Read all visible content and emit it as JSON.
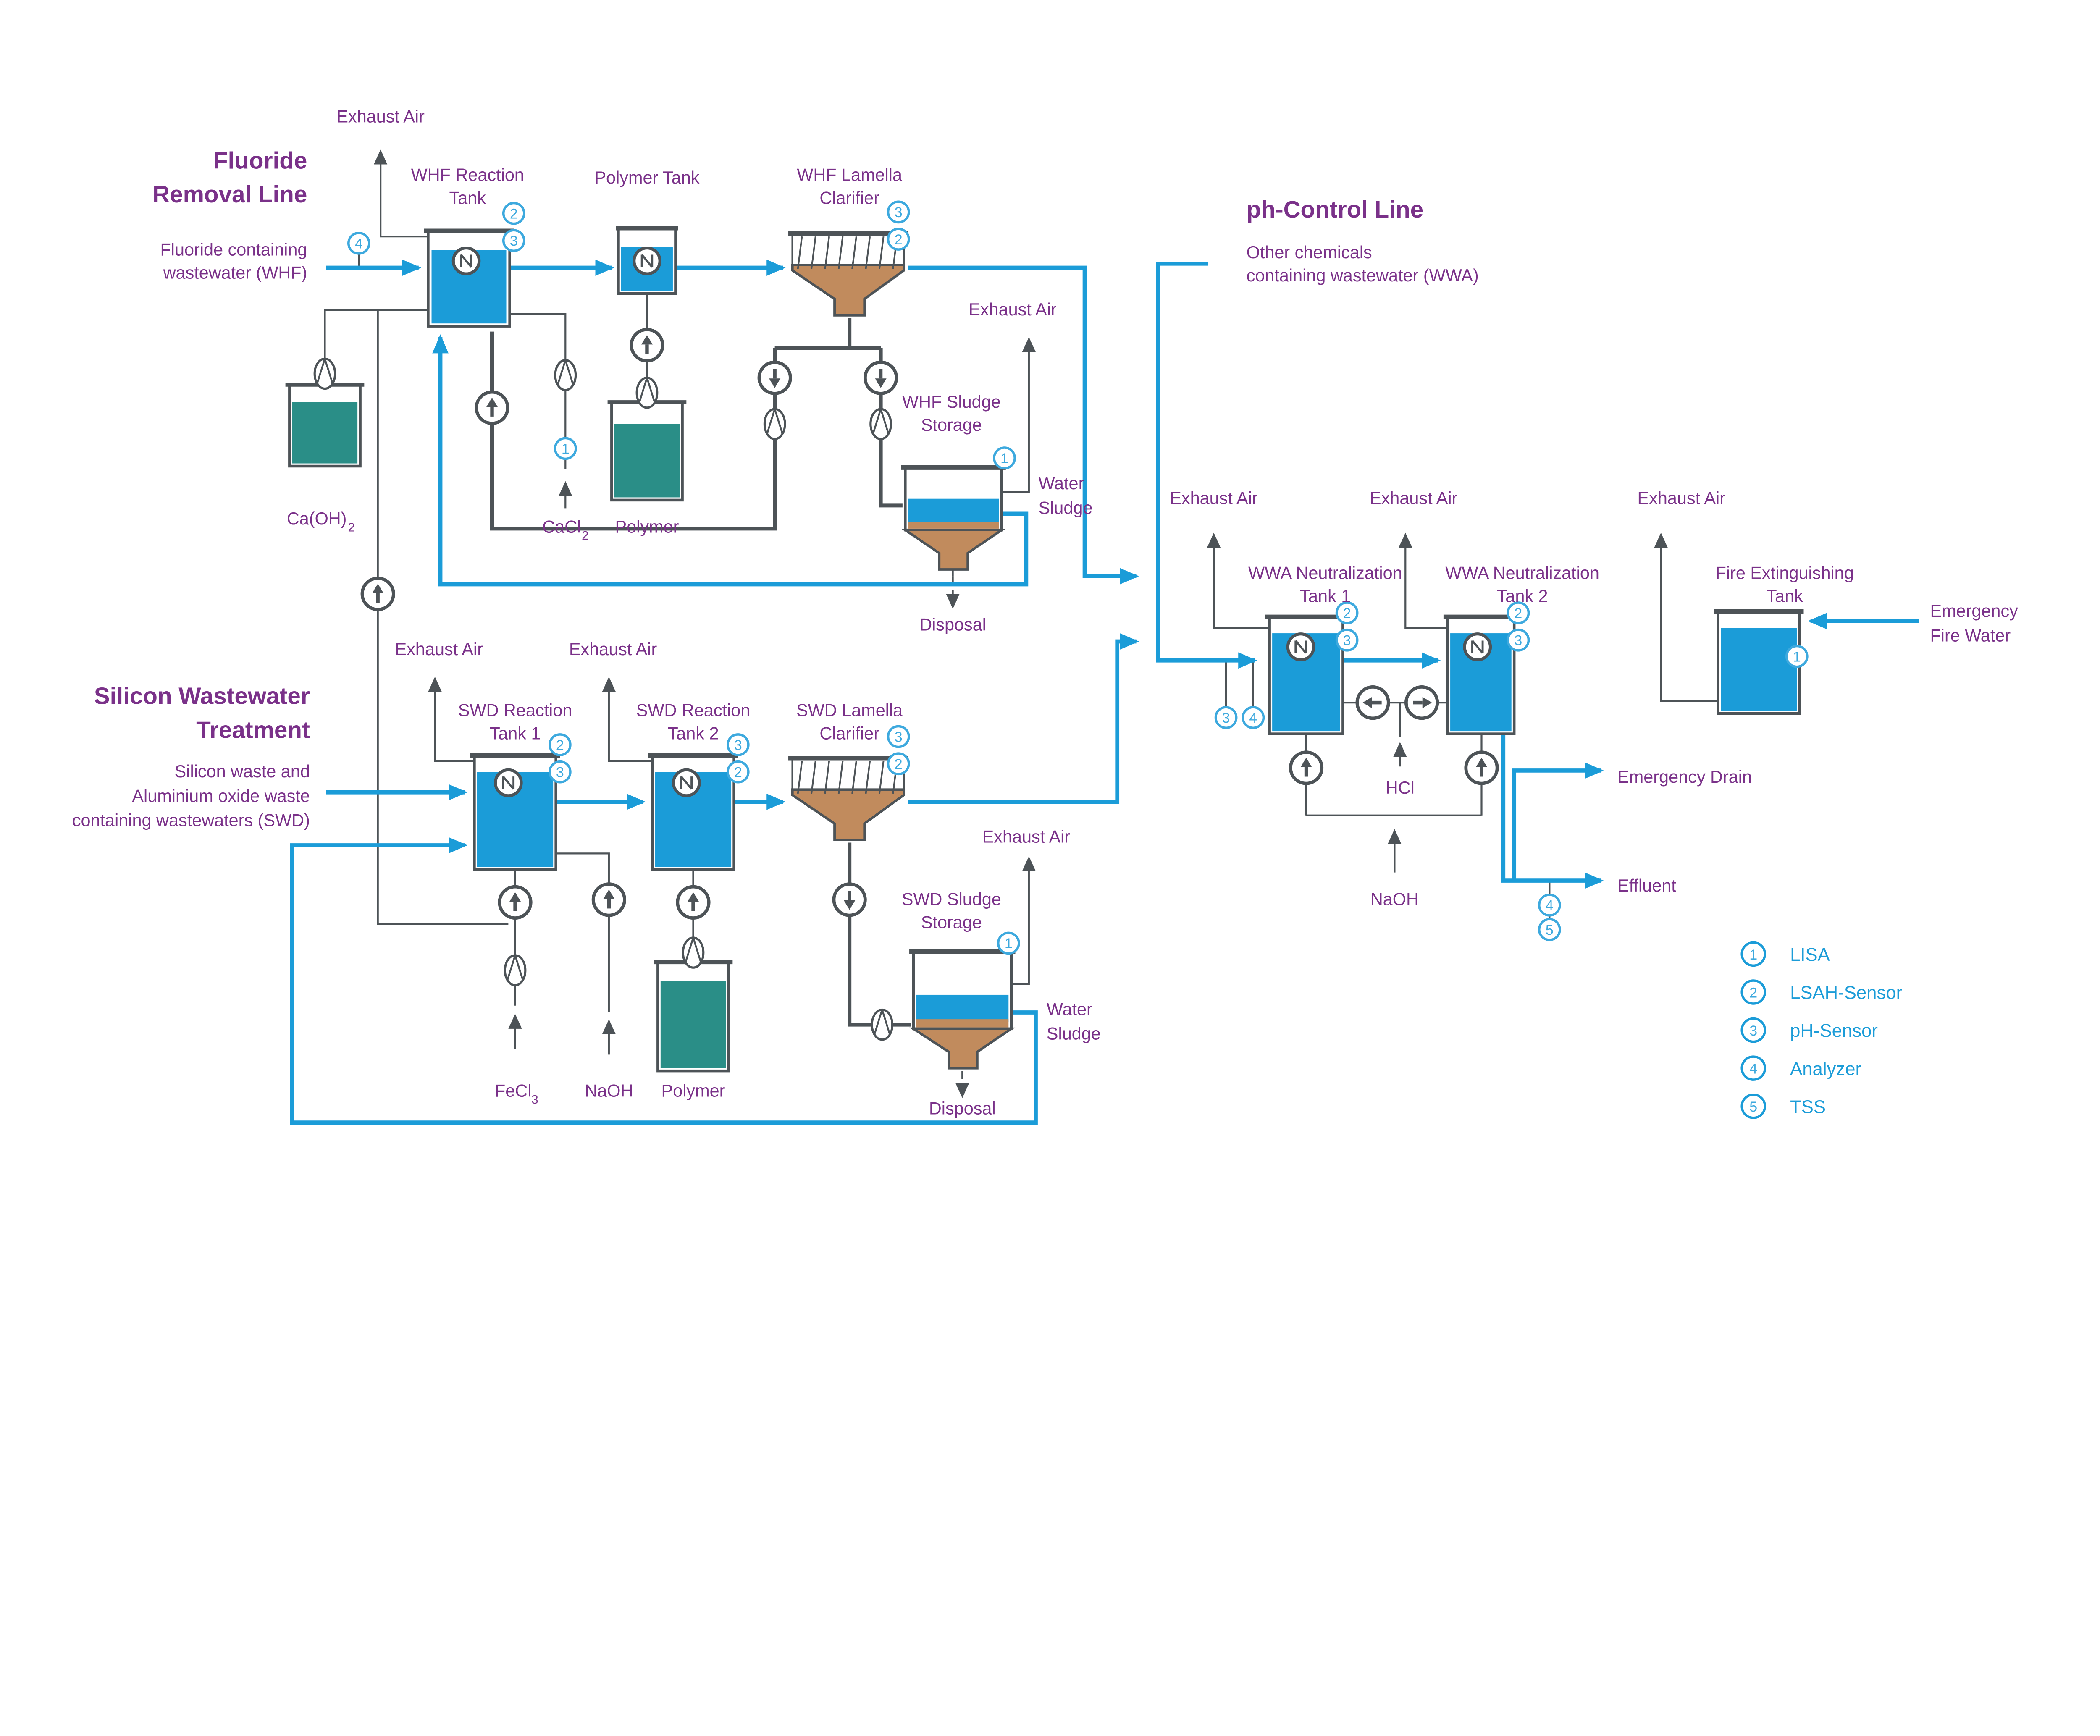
{
  "sensor": {
    "s1": "1",
    "s2": "2",
    "s3": "3",
    "s4": "4",
    "s5": "5"
  },
  "sections": {
    "fluoride": {
      "title": [
        "Fluoride",
        "Removal Line"
      ],
      "input": [
        "Fluoride containing",
        "wastewater (WHF)"
      ]
    },
    "silicon": {
      "title": [
        "Silicon Wastewater",
        "Treatment"
      ],
      "input": [
        "Silicon waste and",
        "Aluminium oxide waste",
        "containing wastewaters (SWD)"
      ]
    },
    "ph_control": {
      "title": "ph-Control Line",
      "input": [
        "Other chemicals",
        "containing wastewater (WWA)"
      ]
    }
  },
  "labels": {
    "exhaust_air": "Exhaust Air",
    "whf_reaction_tank": [
      "WHF Reaction",
      "Tank"
    ],
    "polymer_tank": "Polymer Tank",
    "whf_lamella": [
      "WHF Lamella",
      "Clarifier"
    ],
    "whf_sludge": [
      "WHF Sludge",
      "Storage"
    ],
    "swd_tank1": [
      "SWD Reaction",
      "Tank 1"
    ],
    "swd_tank2": [
      "SWD Reaction",
      "Tank 2"
    ],
    "swd_lamella": [
      "SWD Lamella",
      "Clarifier"
    ],
    "swd_sludge": [
      "SWD Sludge",
      "Storage"
    ],
    "wwa_tank1": [
      "WWA Neutralization",
      "Tank 1"
    ],
    "wwa_tank2": [
      "WWA Neutralization",
      "Tank 2"
    ],
    "fire_tank": [
      "Fire Extinguishing",
      "Tank"
    ],
    "water_sludge": [
      "Water",
      "Sludge"
    ],
    "disposal": "Disposal",
    "emergency_drain": "Emergency Drain",
    "effluent": "Effluent",
    "emergency_fire_water": [
      "Emergency",
      "Fire Water"
    ],
    "hcl": "HCl"
  },
  "chemicals": {
    "ca_oh2": {
      "base": "Ca(OH)",
      "sub": "2"
    },
    "cacl2": {
      "base": "CaCl",
      "sub": "2"
    },
    "fecl3": {
      "base": "FeCl",
      "sub": "3"
    },
    "naoh": "NaOH",
    "polymer": "Polymer"
  },
  "legend": {
    "items": [
      {
        "num": "1",
        "label": "LISA"
      },
      {
        "num": "2",
        "label": "LSAH-Sensor"
      },
      {
        "num": "3",
        "label": "pH-Sensor"
      },
      {
        "num": "4",
        "label": "Analyzer"
      },
      {
        "num": "5",
        "label": "TSS"
      }
    ]
  },
  "colors": {
    "purple": "#7A3189",
    "blue": "#1B9CD8",
    "sensor_blue": "#3DA9DE",
    "teal": "#2A8E87",
    "brown": "#C18B5D",
    "gray": "#4D5357"
  }
}
